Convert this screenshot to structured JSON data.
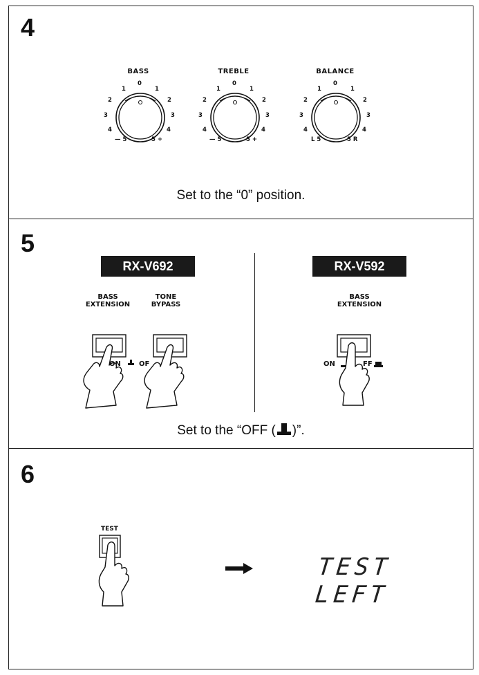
{
  "steps": [
    {
      "number": "4",
      "knobs": [
        {
          "title": "BASS",
          "ticks": {
            "top": "0",
            "l1": "1",
            "r1": "1",
            "l2": "2",
            "r2": "2",
            "l3": "3",
            "r3": "3",
            "l4": "4",
            "r4": "4",
            "l5": "— 5",
            "r5": "5 +"
          }
        },
        {
          "title": "TREBLE",
          "ticks": {
            "top": "0",
            "l1": "1",
            "r1": "1",
            "l2": "2",
            "r2": "2",
            "l3": "3",
            "r3": "3",
            "l4": "4",
            "r4": "4",
            "l5": "— 5",
            "r5": "5 +"
          }
        },
        {
          "title": "BALANCE",
          "ticks": {
            "top": "0",
            "l1": "1",
            "r1": "1",
            "l2": "2",
            "r2": "2",
            "l3": "3",
            "r3": "3",
            "l4": "4",
            "r4": "4",
            "l5": "L 5",
            "r5": "5 R"
          }
        }
      ],
      "caption": "Set to the “0” position."
    },
    {
      "number": "5",
      "left_model": "RX-V692",
      "right_model": "RX-V592",
      "left_buttons": [
        {
          "label_line1": "BASS",
          "label_line2": "EXTENSION",
          "state_text": "ON"
        },
        {
          "label_line1": "TONE",
          "label_line2": "BYPASS",
          "state_text": "OF"
        }
      ],
      "right_button": {
        "label_line1": "BASS",
        "label_line2": "EXTENSION",
        "state_on": "ON",
        "state_off": "FF"
      },
      "caption_prefix": "Set to the “OFF (",
      "caption_suffix": ")”."
    },
    {
      "number": "6",
      "test_button_label": "TEST",
      "display_text": "TEST LEFT"
    }
  ]
}
